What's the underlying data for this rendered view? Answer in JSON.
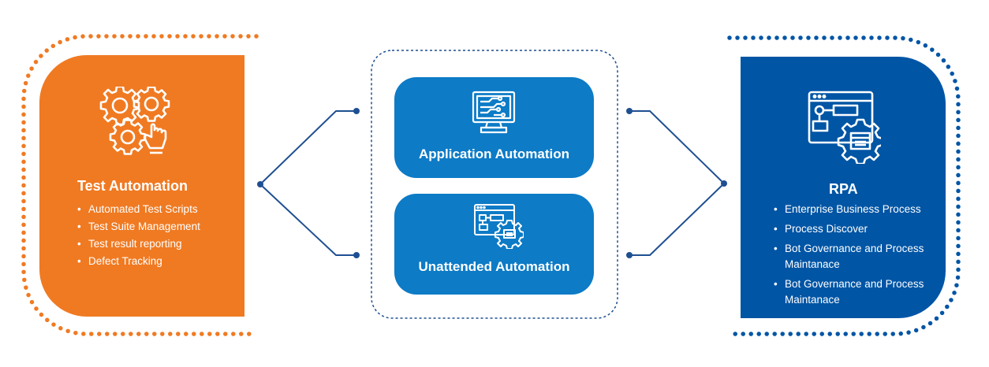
{
  "colors": {
    "orange": "#F07A22",
    "dark_blue": "#0055A5",
    "mid_blue": "#0D7BC6",
    "connector": "#1E4F91"
  },
  "left": {
    "title": "Test Automation",
    "icon": "gears-hand-icon",
    "items": [
      "Automated Test Scripts",
      "Test Suite Management",
      "Test result reporting",
      "Defect Tracking"
    ]
  },
  "middle": {
    "cards": [
      {
        "label": "Application Automation",
        "icon": "monitor-circuit-icon"
      },
      {
        "label": "Unattended Automation",
        "icon": "browser-gear-icon"
      }
    ]
  },
  "right": {
    "title": "RPA",
    "icon": "browser-gear-icon",
    "items": [
      "Enterprise Business Process",
      "Process Discover",
      "Bot Governance and Process Maintanace",
      "Bot Governance and Process Maintanace"
    ]
  }
}
